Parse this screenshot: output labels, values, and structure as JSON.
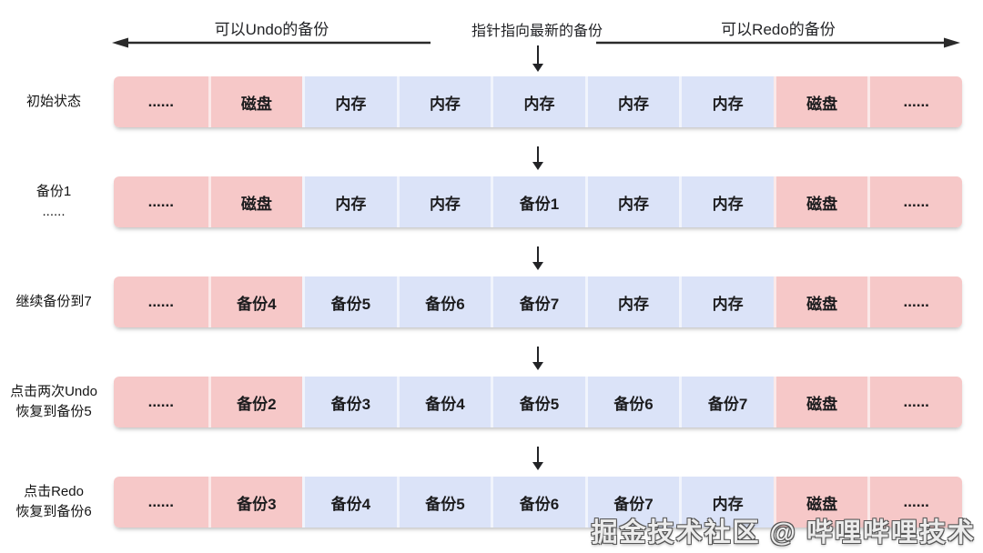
{
  "colors": {
    "disk_cell": "#f6c8c8",
    "memory_cell": "#dbe3f8",
    "ink": "#222326"
  },
  "header": {
    "undo_arrow_label": "可以Undo的备份",
    "pointer_label": "指针指向最新的备份",
    "redo_arrow_label": "可以Redo的备份"
  },
  "rows": [
    {
      "label_lines": [
        "初始状态"
      ],
      "cells": [
        {
          "text": "......",
          "zone": "disk"
        },
        {
          "text": "磁盘",
          "zone": "disk"
        },
        {
          "text": "内存",
          "zone": "memory"
        },
        {
          "text": "内存",
          "zone": "memory"
        },
        {
          "text": "内存",
          "zone": "memory"
        },
        {
          "text": "内存",
          "zone": "memory"
        },
        {
          "text": "内存",
          "zone": "memory"
        },
        {
          "text": "磁盘",
          "zone": "disk"
        },
        {
          "text": "......",
          "zone": "disk"
        }
      ]
    },
    {
      "label_lines": [
        "备份1",
        "......"
      ],
      "cells": [
        {
          "text": "......",
          "zone": "disk"
        },
        {
          "text": "磁盘",
          "zone": "disk"
        },
        {
          "text": "内存",
          "zone": "memory"
        },
        {
          "text": "内存",
          "zone": "memory"
        },
        {
          "text": "备份1",
          "zone": "memory"
        },
        {
          "text": "内存",
          "zone": "memory"
        },
        {
          "text": "内存",
          "zone": "memory"
        },
        {
          "text": "磁盘",
          "zone": "disk"
        },
        {
          "text": "......",
          "zone": "disk"
        }
      ]
    },
    {
      "label_lines": [
        "继续备份到7"
      ],
      "cells": [
        {
          "text": "......",
          "zone": "disk"
        },
        {
          "text": "备份4",
          "zone": "disk"
        },
        {
          "text": "备份5",
          "zone": "memory"
        },
        {
          "text": "备份6",
          "zone": "memory"
        },
        {
          "text": "备份7",
          "zone": "memory"
        },
        {
          "text": "内存",
          "zone": "memory"
        },
        {
          "text": "内存",
          "zone": "memory"
        },
        {
          "text": "磁盘",
          "zone": "disk"
        },
        {
          "text": "......",
          "zone": "disk"
        }
      ]
    },
    {
      "label_lines": [
        "点击两次Undo",
        "恢复到备份5"
      ],
      "cells": [
        {
          "text": "......",
          "zone": "disk"
        },
        {
          "text": "备份2",
          "zone": "disk"
        },
        {
          "text": "备份3",
          "zone": "memory"
        },
        {
          "text": "备份4",
          "zone": "memory"
        },
        {
          "text": "备份5",
          "zone": "memory"
        },
        {
          "text": "备份6",
          "zone": "memory"
        },
        {
          "text": "备份7",
          "zone": "memory"
        },
        {
          "text": "磁盘",
          "zone": "disk"
        },
        {
          "text": "......",
          "zone": "disk"
        }
      ]
    },
    {
      "label_lines": [
        "点击Redo",
        "恢复到备份6"
      ],
      "cells": [
        {
          "text": "......",
          "zone": "disk"
        },
        {
          "text": "备份3",
          "zone": "disk"
        },
        {
          "text": "备份4",
          "zone": "memory"
        },
        {
          "text": "备份5",
          "zone": "memory"
        },
        {
          "text": "备份6",
          "zone": "memory"
        },
        {
          "text": "备份7",
          "zone": "memory"
        },
        {
          "text": "内存",
          "zone": "memory"
        },
        {
          "text": "磁盘",
          "zone": "disk"
        },
        {
          "text": "......",
          "zone": "disk"
        }
      ]
    }
  ],
  "watermark": "掘金技术社区 @ 哔哩哔哩技术"
}
